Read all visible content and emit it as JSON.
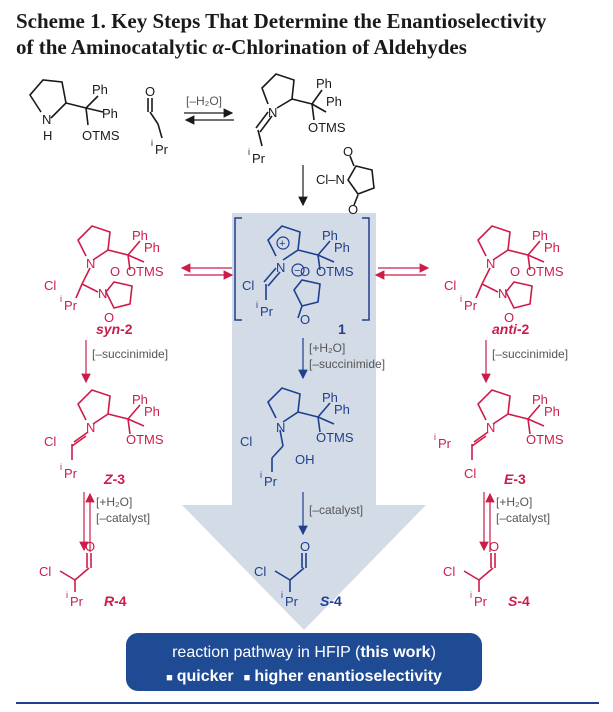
{
  "title": {
    "line1": "Scheme 1. Key Steps That Determine the Enantioselectivity",
    "line2_pre": "of the Aminocatalytic ",
    "line2_alpha": "α",
    "line2_post": "-Chlorination of Aldehydes"
  },
  "colors": {
    "black": "#1a1a1a",
    "red": "#cc1d4a",
    "blue": "#1f3f8f",
    "panel": "#d3dbe6",
    "badge": "#1f4b95",
    "grey": "#555555"
  },
  "atoms": {
    "Ph": "Ph",
    "OTMS": "OTMS",
    "N": "N",
    "H": "H",
    "O": "O",
    "Cl": "Cl",
    "Pr": "Pr",
    "i": "i",
    "OH": "OH",
    "plus": "+",
    "minus": "−",
    "cl_n": "Cl–N"
  },
  "conditions": {
    "minus_water": "[–H₂O]",
    "minus_succinimide": "[–succinimide]",
    "plus_water": "[+H₂O]",
    "minus_catalyst": "[–catalyst]"
  },
  "labels": {
    "syn2_a": "syn",
    "syn2_b": "-2",
    "anti2_a": "anti",
    "anti2_b": "-2",
    "one": "1",
    "Z3_a": "Z",
    "Z3_b": "-3",
    "E3_a": "E",
    "E3_b": "-3",
    "R4_a": "R",
    "R4_b": "-4",
    "S4_a": "S",
    "S4_b": "-4"
  },
  "badge": {
    "line1_pre": "reaction pathway in HFIP (",
    "line1_bold": "this work",
    "line1_post": ")",
    "bullet": "■",
    "item1": "quicker",
    "item2": "higher enantioselectivity"
  }
}
